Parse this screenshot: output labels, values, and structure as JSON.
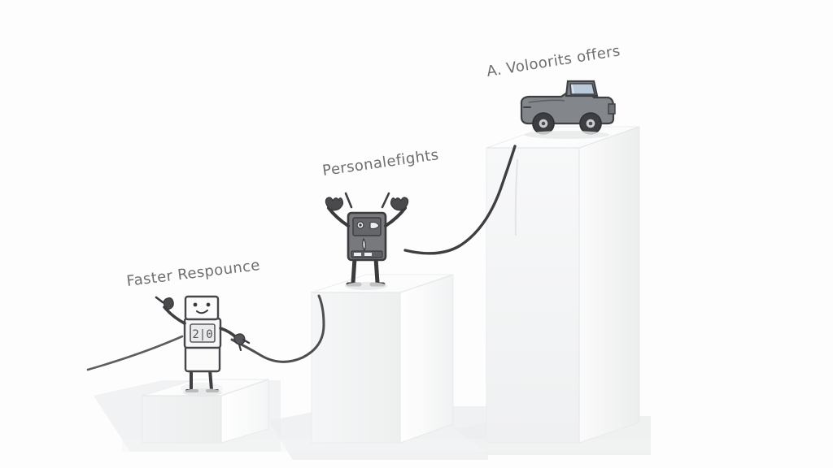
{
  "scene": {
    "background_color": "#fdfdfd",
    "style": "hand-drawn sketch illustration",
    "ground_shadow_color": "#e8e9ea"
  },
  "steps": [
    {
      "id": "step-1",
      "label": "Faster Respounce",
      "podium": {
        "height_rank": 1,
        "top_color": "#ffffff",
        "left_color": "#f0f1f2",
        "right_color": "#e4e5e7"
      },
      "figure": {
        "type": "robot",
        "name": "white-robot",
        "body_color": "#fbfbfb",
        "outline_color": "#4a4a4d",
        "screen_text": "2|0",
        "pose": "one arm raised holding tool"
      }
    },
    {
      "id": "step-2",
      "label": "Personalefights",
      "podium": {
        "height_rank": 2,
        "top_color": "#ffffff",
        "left_color": "#f2f3f4",
        "right_color": "#e6e7e9"
      },
      "figure": {
        "type": "robot",
        "name": "gray-robot",
        "body_color": "#77797d",
        "outline_color": "#3c3c3f",
        "pose": "both arms raised, excited",
        "emotion_marks": 2
      }
    },
    {
      "id": "step-3",
      "label": "A. Voloorits offers",
      "podium": {
        "height_rank": 3,
        "top_color": "#ffffff",
        "left_color": "#f3f4f5",
        "right_color": "#e3e4e6"
      },
      "figure": {
        "type": "truck",
        "name": "pickup-truck",
        "body_color": "#83868b",
        "window_color": "#b9cadb",
        "wheel_color": "#3d3e41"
      }
    }
  ],
  "connectors": [
    {
      "id": "connector-ground-to-step1",
      "name": "curve-ground-to-robot1",
      "color": "#5d5d60"
    },
    {
      "id": "connector-step1-to-step2",
      "name": "curve-robot1-to-robot2",
      "color": "#4e4e51"
    },
    {
      "id": "connector-step2-to-step3",
      "name": "curve-robot2-to-truck",
      "color": "#3f3f42"
    }
  ],
  "chart_data": {
    "type": "bar",
    "title": "",
    "categories": [
      "Faster Respounce",
      "Personalefights",
      "A. Voloorits offers"
    ],
    "values": [
      1,
      2,
      3
    ],
    "xlabel": "",
    "ylabel": "",
    "ylim": [
      0,
      3
    ],
    "grid": false,
    "legend": "none",
    "note": "Three ascending 3D white pedestal blocks; heights increase left to right"
  }
}
